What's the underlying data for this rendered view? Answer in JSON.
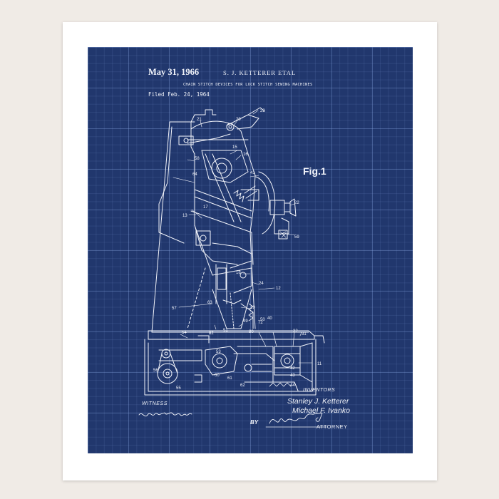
{
  "patent": {
    "date": "May 31, 1966",
    "inventor_header": "S. J. KETTERER ETAL",
    "title": "CHAIN STITCH DEVICES FOR LOCK STITCH SEWING MACHINES",
    "filed": "Filed Feb. 24, 1964",
    "figure_label": "Fig.1",
    "inventors_label": "INVENTORS",
    "inventor_names": [
      "Stanley J. Ketterer",
      "Michael F. Ivanko"
    ],
    "witness_label": "WITNESS",
    "by_label": "BY",
    "attorney_label": "ATTORNEY",
    "reference_numerals": [
      "21",
      "20",
      "23",
      "58",
      "15",
      "16",
      "64",
      "41",
      "22",
      "13",
      "17",
      "59",
      "18",
      "24",
      "12",
      "57",
      "63",
      "19",
      "51",
      "49",
      "72",
      "50",
      "40",
      "54",
      "82",
      "80",
      "53",
      "32",
      "31",
      "11",
      "56",
      "60",
      "61",
      "62",
      "42",
      "43",
      "55",
      "44"
    ]
  },
  "colors": {
    "blueprint": "#21376d",
    "frame": "#ffffff",
    "wall": "#f0ebe6",
    "ink": "#f2f4fa"
  }
}
